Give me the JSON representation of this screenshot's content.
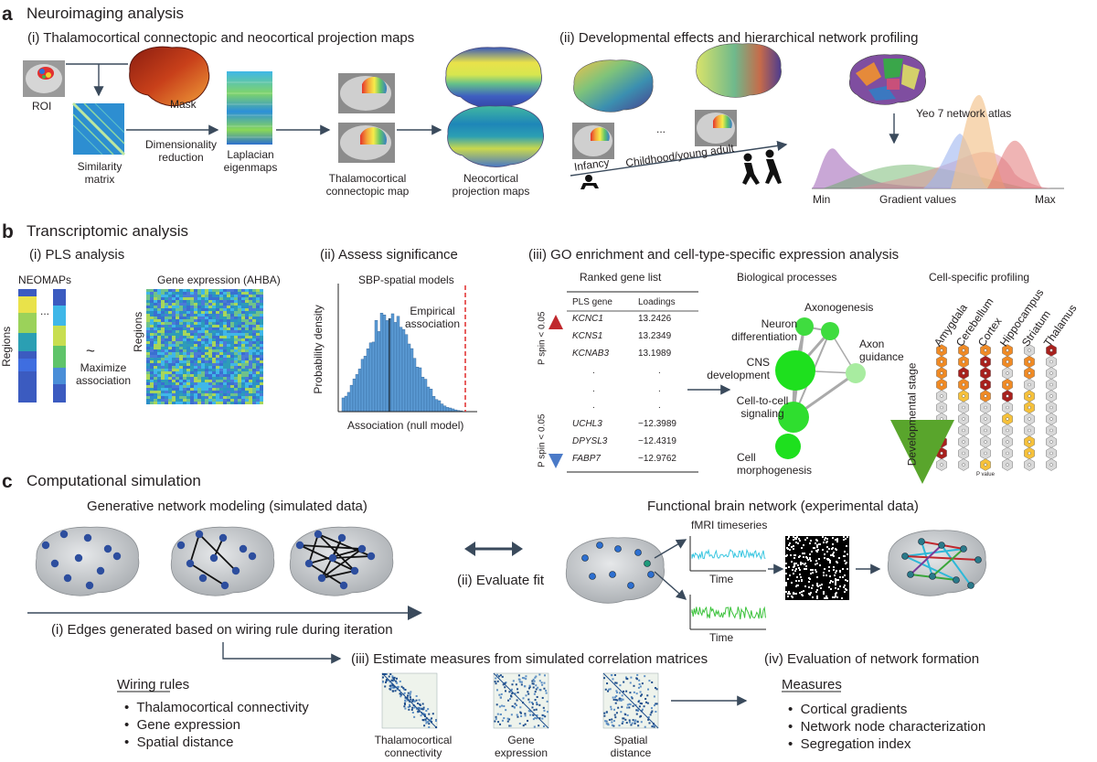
{
  "a": {
    "letter": "a",
    "title": "Neuroimaging analysis",
    "i_title": "(i) Thalamocortical connectopic and neocortical projection maps",
    "ii_title": "(ii) Developmental effects and hierarchical network profiling",
    "roi": "ROI",
    "mask": "Mask",
    "similarity": [
      "Similarity",
      "matrix"
    ],
    "dimred": [
      "Dimensionality",
      "reduction"
    ],
    "laplacian": [
      "Laplacian",
      "eigenmaps"
    ],
    "tc_map": [
      "Thalamocortical",
      "connectopic map"
    ],
    "neo_maps": [
      "Neocortical",
      "projection maps"
    ],
    "ellipsis": "...",
    "infancy": "Infancy",
    "childhood": "Childhood/young adult",
    "yeo": "Yeo 7 network atlas",
    "min": "Min",
    "gradient": "Gradient values",
    "max": "Max"
  },
  "b": {
    "letter": "b",
    "title": "Transcriptomic analysis",
    "i_title": "(i) PLS analysis",
    "ii_title": "(ii) Assess significance",
    "iii_title": "(iii) GO enrichment and cell-type-specific expression analysis",
    "neomaps": "NEOMAPs",
    "regions": "Regions",
    "tilde": "~",
    "maximize": [
      "Maximize",
      "association"
    ],
    "gene_expr": "Gene expression (AHBA)",
    "sbp": "SBP-spatial models",
    "empirical": [
      "Empirical",
      "association"
    ],
    "prob_density": "Probability density",
    "assoc_null": "Association (null model)",
    "ranked": "Ranked gene list",
    "pls_gene": "PLS gene",
    "loadings": "Loadings",
    "p_spin_top": "P spin < 0.05",
    "p_spin_bottom": "P spin < 0.05",
    "genes_top": [
      {
        "gene": "KCNC1",
        "loading": "13.2426"
      },
      {
        "gene": "KCNS1",
        "loading": "13.2349"
      },
      {
        "gene": "KCNAB3",
        "loading": "13.1989"
      }
    ],
    "genes_bottom": [
      {
        "gene": "UCHL3",
        "loading": "−12.3989"
      },
      {
        "gene": "DPYSL3",
        "loading": "−12.4319"
      },
      {
        "gene": "FABP7",
        "loading": "−12.9762"
      }
    ],
    "dot": ".",
    "bio": "Biological processes",
    "axonogenesis": "Axonogenesis",
    "neuron_diff": [
      "Neuron",
      "differentiation"
    ],
    "axon_guidance": [
      "Axon",
      "guidance"
    ],
    "cns": [
      "CNS",
      "development"
    ],
    "c2c": [
      "Cell-to-cell",
      "signaling"
    ],
    "cellmorph": [
      "Cell",
      "morphogenesis"
    ],
    "cellspec": "Cell-specific profiling",
    "regions_cs": [
      "Amygdala",
      "Cerebellum",
      "Cortex",
      "Hippocampus",
      "Striatum",
      "Thalamus"
    ],
    "dev_stage": "Developmental stage",
    "pvalue": "P value"
  },
  "c": {
    "letter": "c",
    "title": "Computational simulation",
    "gen_title": "Generative network modeling (simulated data)",
    "func_title": "Functional brain network (experimental data)",
    "fmri": "fMRI timeseries",
    "time": "Time",
    "eval_fit": "(ii) Evaluate fit",
    "edges": "(i) Edges generated based on wiring rule during iteration",
    "estimate": "(iii) Estimate measures from simulated correlation matrices",
    "eval_net": "(iv) Evaluation of network formation",
    "wiring_title": "Wiring rules",
    "wiring": [
      "Thalamocortical connectivity",
      "Gene expression",
      "Spatial distance"
    ],
    "measures_title": "Measures",
    "measures": [
      "Cortical gradients",
      "Network node characterization",
      "Segregation index"
    ],
    "mat_labels": [
      [
        "Thalamocortical",
        "connectivity"
      ],
      [
        "Gene",
        "expression"
      ],
      [
        "Spatial",
        "distance"
      ]
    ]
  },
  "colors": {
    "blue_node": "#2d4e9e",
    "arrow": "#3a4a5c",
    "green": "#3bb34a",
    "red": "#d62027"
  }
}
